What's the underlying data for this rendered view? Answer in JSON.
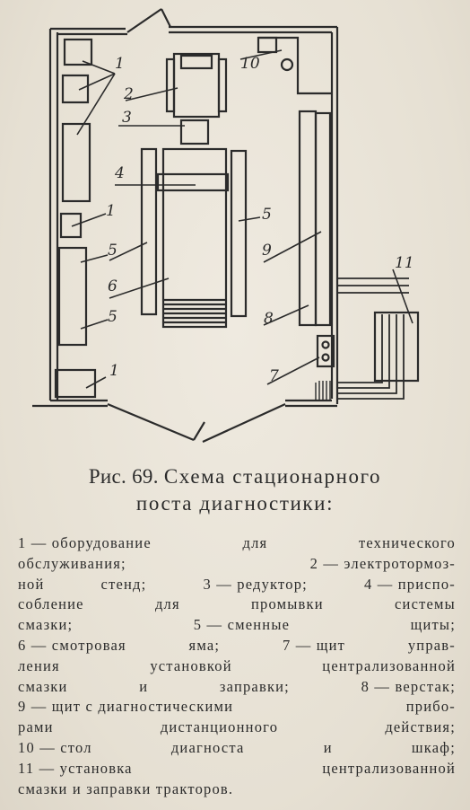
{
  "labels": {
    "l1a": "1",
    "l2": "2",
    "l3": "3",
    "l4": "4",
    "l1b": "1",
    "l5a": "5",
    "l6": "6",
    "l5b": "5",
    "l1c": "1",
    "l10": "10",
    "l5c": "5",
    "l9": "9",
    "l8": "8",
    "l7": "7",
    "l11": "11"
  },
  "caption": {
    "prefix": "Рис. 69.",
    "line1": "Схема стационарного",
    "line2": "поста диагностики:"
  },
  "legend": [
    [
      "1 — оборудование",
      "для",
      "технического"
    ],
    [
      "обслуживания;",
      "2 — электротормоз-"
    ],
    [
      "ной",
      "стенд;",
      "3 — редуктор;",
      "4 — приспо-"
    ],
    [
      "собление",
      "для",
      "промывки",
      "системы"
    ],
    [
      "смазки;",
      "5 — сменные",
      "щиты;"
    ],
    [
      "6 — смотровая",
      "яма;",
      "7 — щит",
      "управ-"
    ],
    [
      "ления",
      "установкой",
      "централизованной"
    ],
    [
      "смазки",
      "и",
      "заправки;",
      "8 — верстак;"
    ],
    [
      "9 — щит с диагностическими",
      "прибо-"
    ],
    [
      "рами",
      "дистанционного",
      "действия;"
    ],
    [
      "10 — стол",
      "диагноста",
      "и",
      "шкаф;"
    ],
    [
      "11 — установка",
      "централизованной"
    ],
    [
      "смазки и заправки тракторов."
    ]
  ]
}
